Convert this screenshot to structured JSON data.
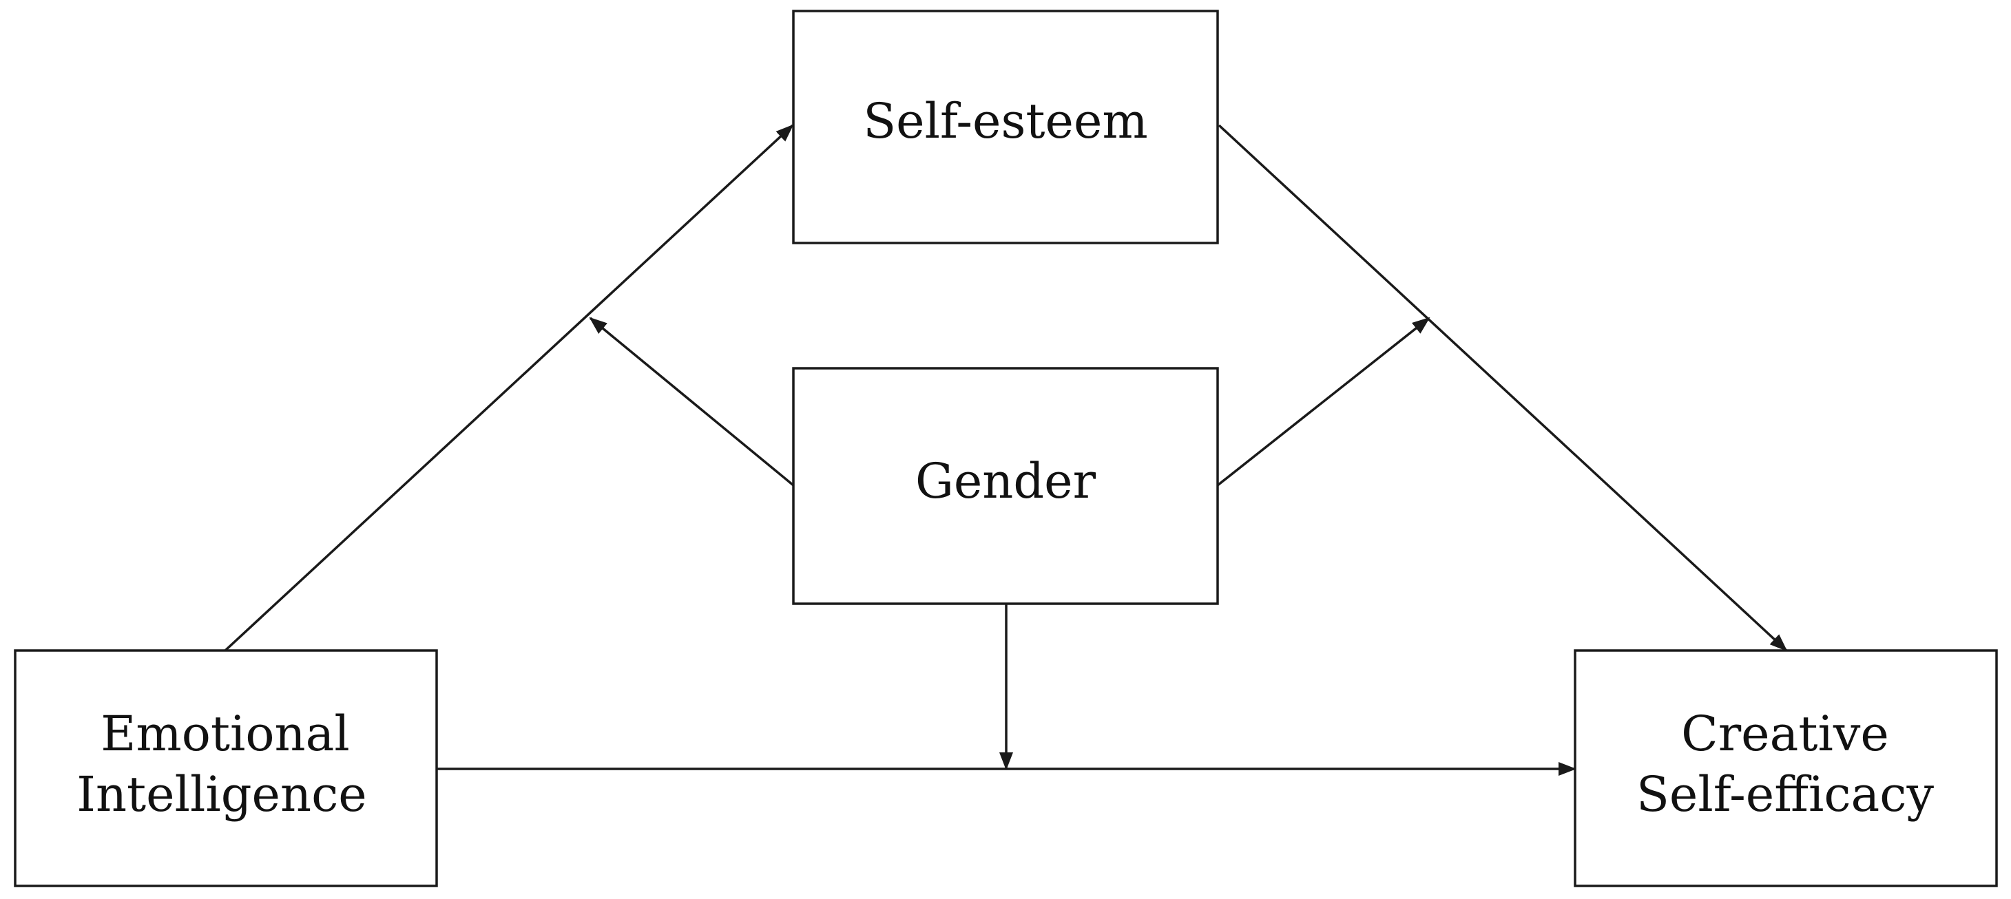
{
  "nodes": {
    "self_esteem": {
      "lines": [
        "Self-esteem"
      ]
    },
    "gender": {
      "lines": [
        "Gender"
      ]
    },
    "emotional_intelligence": {
      "lines": [
        "Emotional",
        "Intelligence"
      ]
    },
    "creative_self_efficacy": {
      "lines": [
        "Creative",
        "Self-efficacy"
      ]
    }
  },
  "edges": [
    {
      "from": "emotional_intelligence",
      "to": "self_esteem",
      "type": "path"
    },
    {
      "from": "self_esteem",
      "to": "creative_self_efficacy",
      "type": "path"
    },
    {
      "from": "emotional_intelligence",
      "to": "creative_self_efficacy",
      "type": "path"
    },
    {
      "from": "gender",
      "to": "emotional_intelligence->self_esteem",
      "type": "moderation"
    },
    {
      "from": "gender",
      "to": "self_esteem->creative_self_efficacy",
      "type": "moderation"
    },
    {
      "from": "gender",
      "to": "emotional_intelligence->creative_self_efficacy",
      "type": "moderation"
    }
  ]
}
